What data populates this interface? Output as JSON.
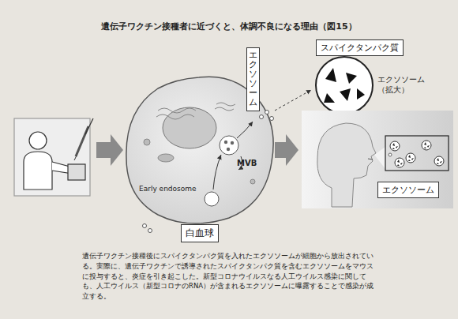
{
  "diagram": {
    "title": "遺伝子ワクチン接種者に近づくと、体調不良になる理由（図15）",
    "caption": "遺伝子ワクチン接種後にスパイクタンパク質を入れたエクソソームが細胞から放出されている。実際に、遺伝子ワクチンで誘導されたスパイクタンパク質を含むエクソソームをマウスに投与すると、炎症を引き起こした。新型コロナウイルスなる人工ウイルス感染に関しても、人工ウイルス（新型コロナのRNA）が含まれるエクソソームに曝露することで感染が成立する。",
    "nodes": [
      {
        "text": [
          "エクソソーム"
        ]
      },
      {
        "text": [
          "スパイクタンパク質"
        ]
      },
      {
        "text": [
          "白血球"
        ]
      },
      {
        "text": [
          "エクソソーム"
        ]
      }
    ],
    "labels": [
      "Early endosome",
      "MVB",
      "エクソソーム （拡大）"
    ]
  }
}
